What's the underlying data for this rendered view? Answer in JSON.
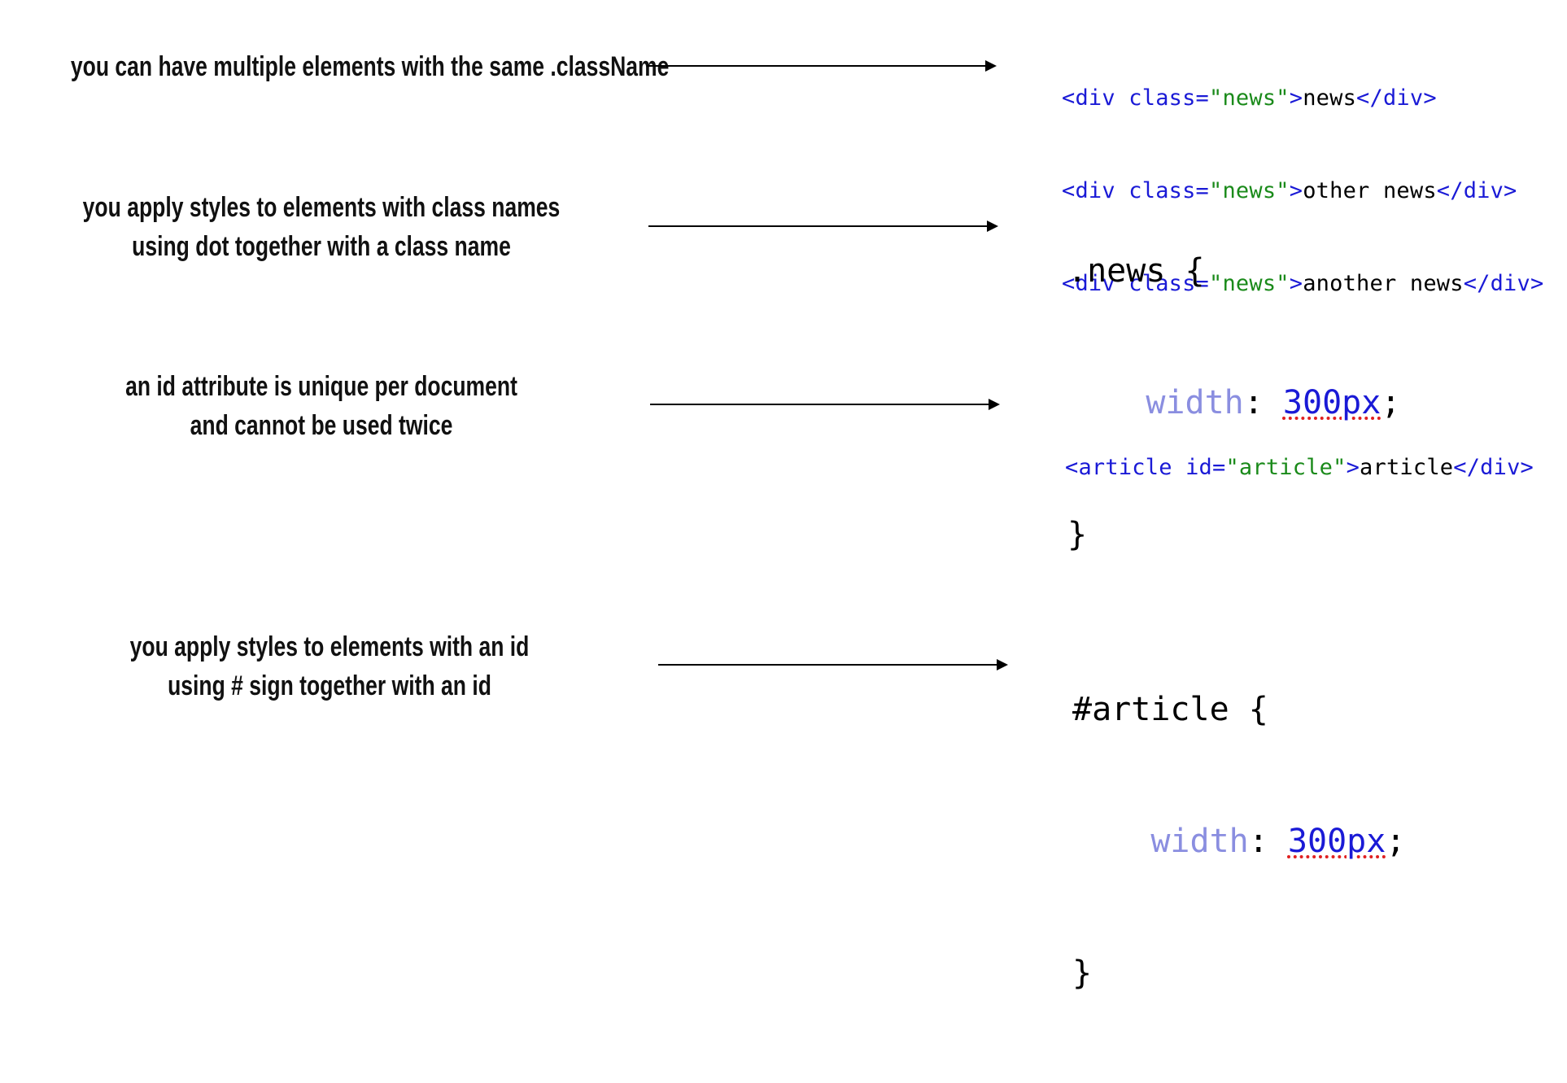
{
  "rows": [
    {
      "caption": [
        "you can have multiple elements with the same .className"
      ]
    },
    {
      "caption": [
        "you apply styles to elements with class names",
        "using dot together with a class name"
      ]
    },
    {
      "caption": [
        "an id attribute is unique per document",
        "and cannot be used twice"
      ]
    },
    {
      "caption": [
        "you apply styles to elements with an id",
        "using # sign together with an id"
      ]
    }
  ],
  "code": {
    "news_html": [
      {
        "open": "<div class=",
        "value": "\"news\"",
        "close": ">",
        "text": "news",
        "end": "</div>"
      },
      {
        "open": "<div class=",
        "value": "\"news\"",
        "close": ">",
        "text": "other news",
        "end": "</div>"
      },
      {
        "open": "<div class=",
        "value": "\"news\"",
        "close": ">",
        "text": "another news",
        "end": "</div>"
      }
    ],
    "news_css": {
      "selector": ".news {",
      "property": "width",
      "colon": ": ",
      "value": "300px",
      "semicolon": ";",
      "close": "}"
    },
    "article_html": {
      "open": "<article id=",
      "value": "\"article\"",
      "close": ">",
      "text": "article",
      "end": "</div>"
    },
    "article_css": {
      "selector": "#article {",
      "property": "width",
      "colon": ": ",
      "value": "300px",
      "semicolon": ";",
      "close": "}"
    }
  }
}
